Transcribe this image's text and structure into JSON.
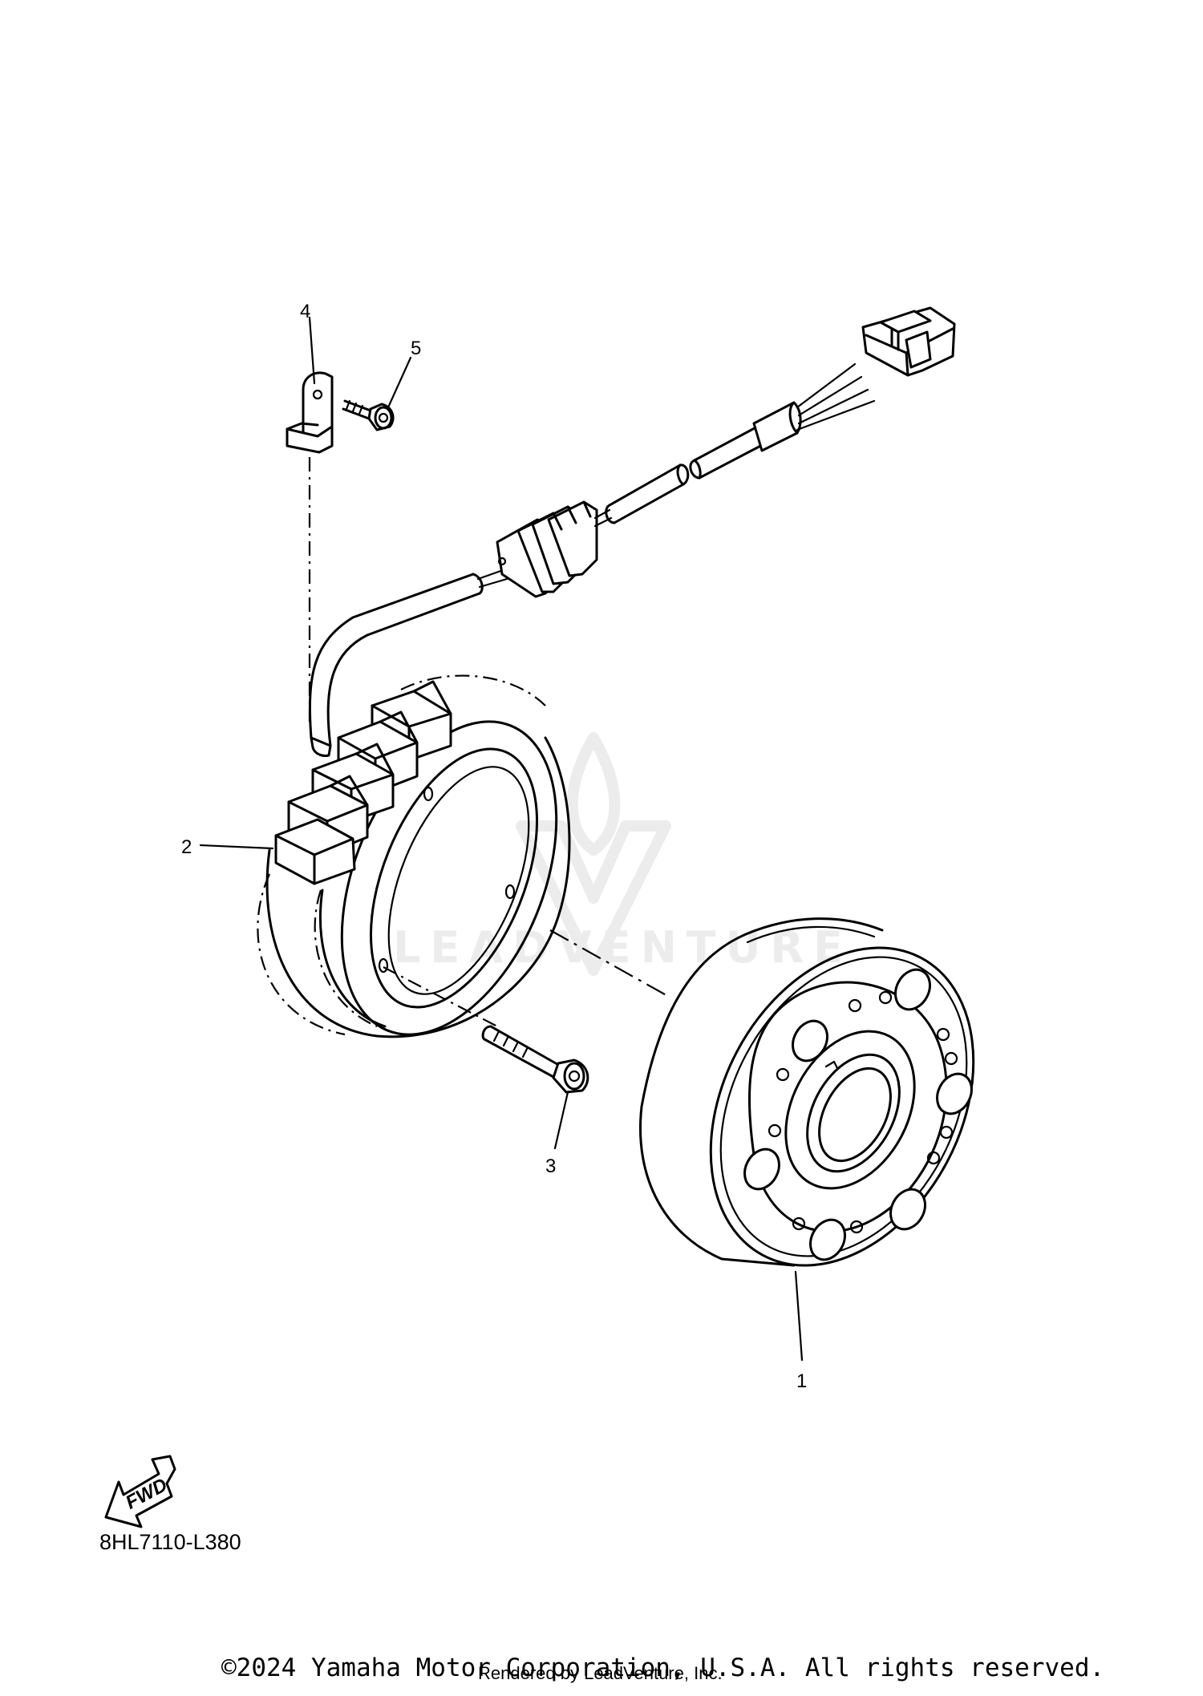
{
  "diagram": {
    "callouts": [
      {
        "id": "1",
        "label": "1"
      },
      {
        "id": "2",
        "label": "2"
      },
      {
        "id": "3",
        "label": "3"
      },
      {
        "id": "4",
        "label": "4"
      },
      {
        "id": "5",
        "label": "5"
      }
    ],
    "fwd_label": "FWD",
    "diagram_code": "8HL7110-L380",
    "watermark": "LEADVENTURE",
    "copyright": "©2024 Yamaha Motor Corporation, U.S.A. All rights reserved.",
    "rendered_by": "Rendered by LeadVenture, Inc."
  }
}
